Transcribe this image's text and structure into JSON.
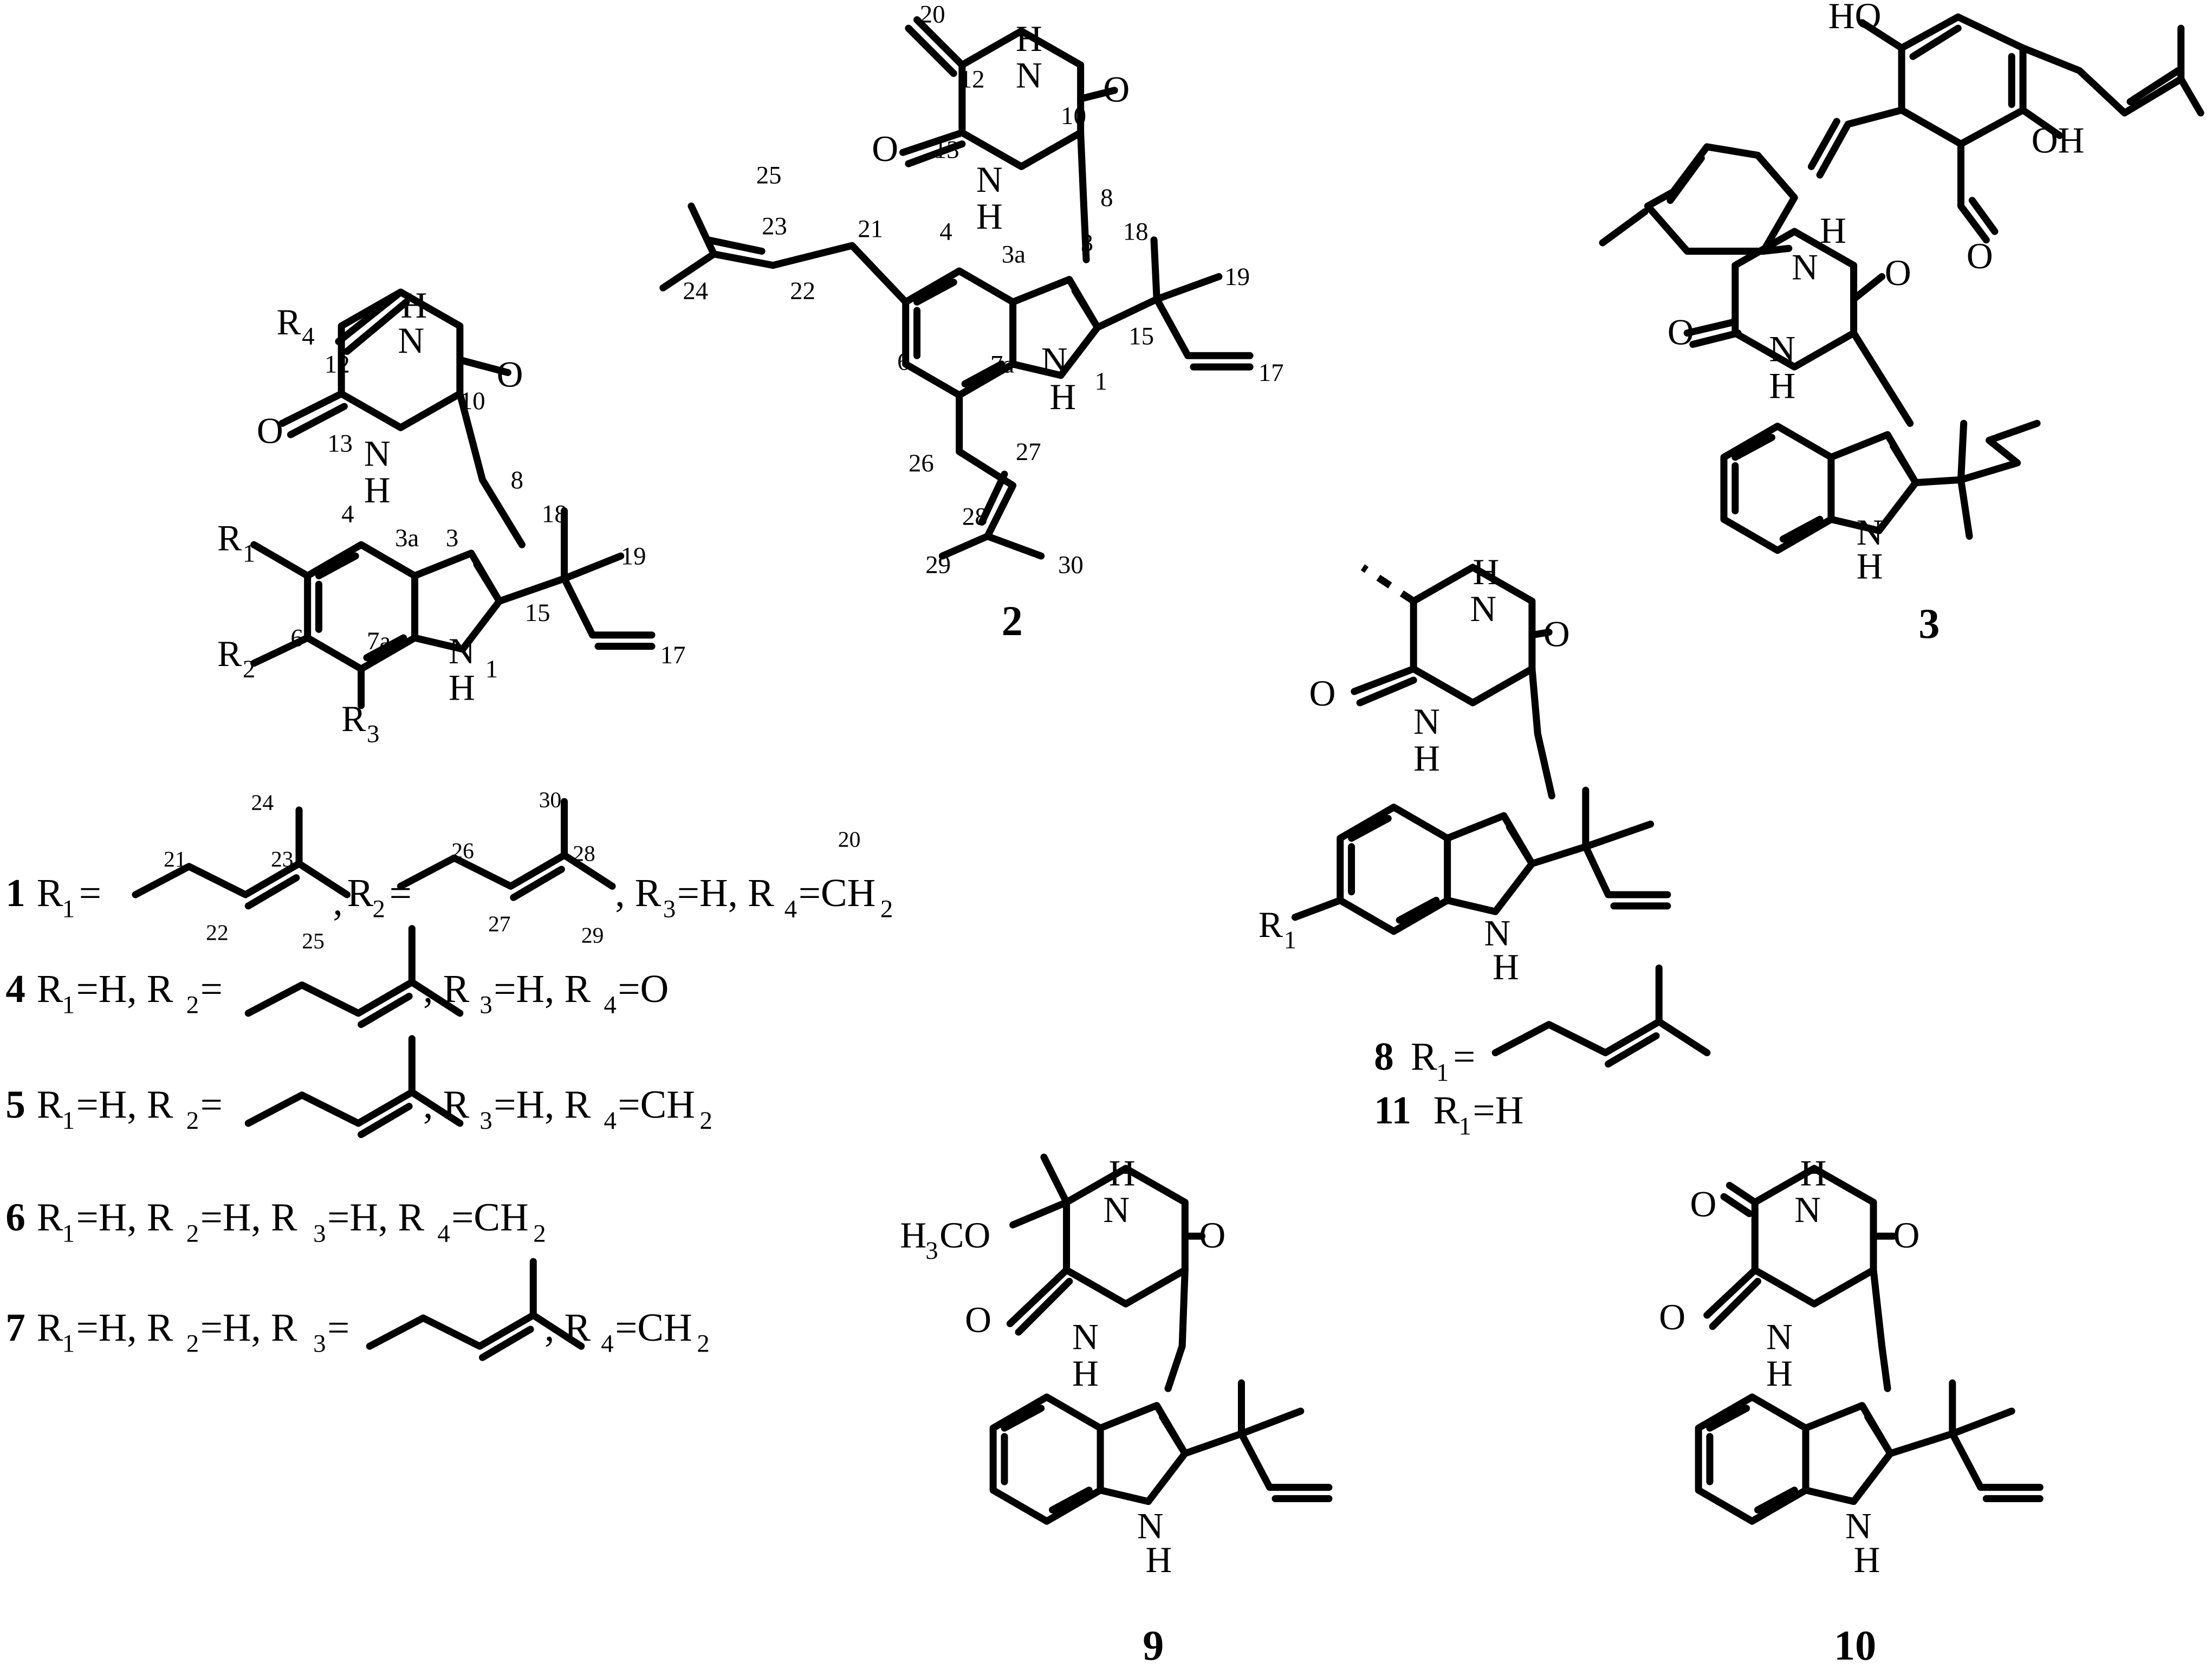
{
  "colors": {
    "ink": "#000000",
    "background": "#ffffff"
  },
  "compounds": {
    "c2": {
      "label": "2"
    },
    "c3": {
      "label": "3"
    },
    "c9": {
      "label": "9"
    },
    "c10": {
      "label": "10"
    }
  },
  "atoms": {
    "NH": "N",
    "H": "H",
    "O": "O",
    "OH": "OH",
    "HO": "HO",
    "R1": "R",
    "R1sub": "1",
    "R2": "R",
    "R2sub": "2",
    "R3": "R",
    "R3sub": "3",
    "R4": "R",
    "R4sub": "4",
    "H3CO": "H",
    "H3COsub": "3",
    "H3COtail": "CO"
  },
  "numbering": {
    "c1": [
      "4",
      "3a",
      "3",
      "6",
      "7a",
      "1",
      "8",
      "10",
      "12",
      "13",
      "15",
      "17",
      "18",
      "19"
    ],
    "c2": [
      "20",
      "12",
      "10",
      "13",
      "8",
      "25",
      "23",
      "21",
      "4",
      "3a",
      "3",
      "18",
      "19",
      "24",
      "22",
      "15",
      "17",
      "6",
      "7a",
      "1",
      "26",
      "27",
      "28",
      "29",
      "30"
    ],
    "sub": [
      "21",
      "24",
      "23",
      "22",
      "25",
      "26",
      "30",
      "28",
      "27",
      "29",
      "20"
    ]
  },
  "legend": {
    "row1": {
      "num": "1",
      "r1": "R",
      "r1s": "1",
      "eq1": "=",
      "comma1": ",",
      "r2": "R",
      "r2s": "2",
      "eq2": "=",
      "r3": ", R",
      "r3s": "3",
      "r3v": "=H, R",
      "r4s": "4",
      "r4v": "=CH",
      "r4vs": "2"
    },
    "row4": {
      "num": "4",
      "text1": "R",
      "s1": "1",
      "text2": "=H, R",
      "s2": "2",
      "text3": "=",
      "text4": ", R",
      "s3": "3",
      "text5": "=H, R",
      "s4": "4",
      "text6": "=O"
    },
    "row5": {
      "num": "5",
      "text1": "R",
      "s1": "1",
      "text2": "=H, R",
      "s2": "2",
      "text3": "=",
      "text4": ", R",
      "s3": "3",
      "text5": "=H, R",
      "s4": "4",
      "text6": "=CH",
      "s5": "2"
    },
    "row6": {
      "num": "6",
      "text1": "R",
      "s1": "1",
      "text2": "=H, R",
      "s2": "2",
      "text3": "=H, R",
      "s3": "3",
      "text4": "=H, R",
      "s4": "4",
      "text5": "=CH",
      "s5": "2"
    },
    "row7": {
      "num": "7",
      "text1": "R",
      "s1": "1",
      "text2": "=H, R",
      "s2": "2",
      "text3": "=H, R",
      "s3": "3",
      "text4": "=",
      "text5": ", R",
      "s4": "4",
      "text6": "=CH",
      "s5": "2"
    },
    "row8": {
      "num": "8",
      "text1": "R",
      "s1": "1",
      "text2": "="
    },
    "row11": {
      "num": "11",
      "text1": "R",
      "s1": "1",
      "text2": "=H"
    }
  }
}
